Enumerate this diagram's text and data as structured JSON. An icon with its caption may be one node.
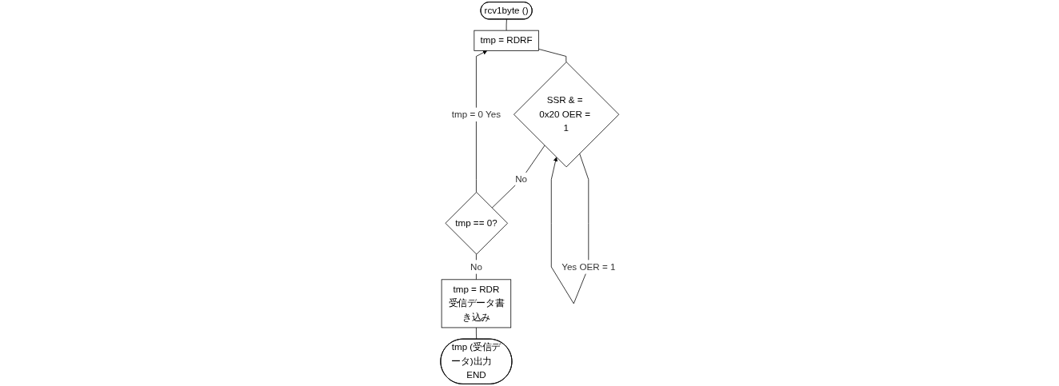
{
  "diagram": {
    "nodes": [
      {
        "text": [
          "rcv1byte ()"
        ]
      },
      {
        "text": [
          "tmp = RDRF"
        ]
      },
      {
        "text": [
          "SSR & = 0x20 OER = 1"
        ]
      },
      {
        "text": [
          "tmp == 0?"
        ]
      },
      {
        "text": [
          "tmp = RDR",
          "受信データ書き込み"
        ]
      },
      {
        "text": [
          "tmp (受信データ)出力　END"
        ]
      }
    ],
    "edges": [
      {
        "from": 0,
        "to": 1,
        "arrow": "none"
      },
      {
        "from": 1,
        "to": 2,
        "arrow": "none"
      },
      {
        "from": 2,
        "to": 2,
        "arrow": "to",
        "label": "Yes OER = 1"
      },
      {
        "from": 2,
        "to": 3,
        "arrow": "none",
        "label": "No"
      },
      {
        "from": 3,
        "to": 1,
        "arrow": "to",
        "label": "tmp = 0 Yes"
      },
      {
        "from": 3,
        "to": 4,
        "arrow": "none",
        "label": "No"
      },
      {
        "from": 4,
        "to": 5,
        "arrow": "none"
      }
    ]
  }
}
